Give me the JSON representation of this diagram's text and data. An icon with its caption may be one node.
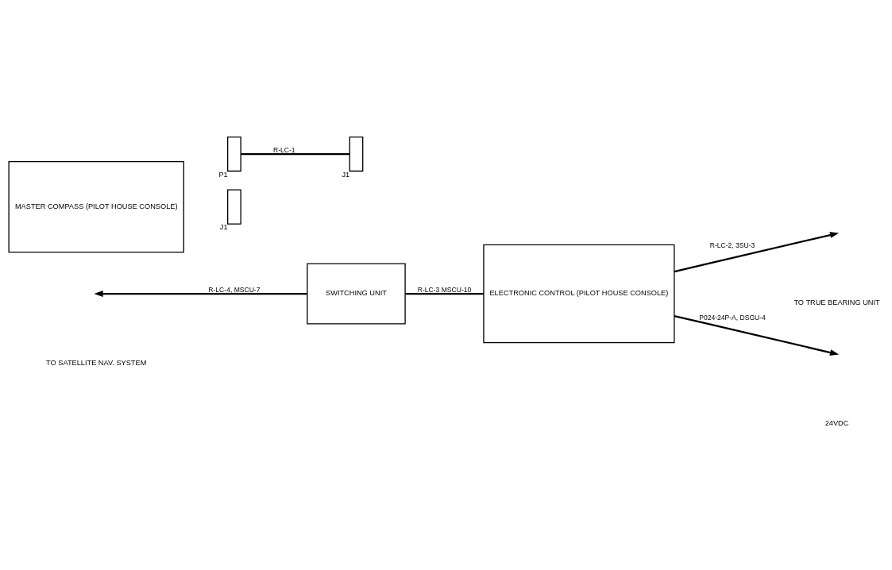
{
  "diagram": {
    "nodes": [
      {
        "text": [
          "SWITCHING UNIT"
        ]
      },
      {
        "text": [
          "MASTER COMPASS (PILOT HOUSE CONSOLE)"
        ]
      },
      {
        "text": [
          "J1"
        ]
      },
      {
        "text": [
          "P1"
        ]
      },
      {
        "text": [
          "J1"
        ]
      },
      {
        "text": [
          "ELECTRONIC CONTROL (PILOT HOUSE CONSOLE)"
        ]
      }
    ],
    "edges": [
      {
        "from": 0,
        "to": null,
        "arrow": "to",
        "label": "R-LC-4, MSCU-7"
      },
      {
        "from": 0,
        "to": 5,
        "arrow": "none",
        "label": "R-LC-3 MSCU-10"
      },
      {
        "from": 3,
        "to": 4,
        "arrow": "none",
        "label": "R-LC-1"
      },
      {
        "from": 5,
        "to": null,
        "arrow": "to",
        "label": "R-LC-2, 3SU-3"
      },
      {
        "from": 5,
        "to": null,
        "arrow": "to",
        "label": "P024-24P-A, DSGU-4"
      }
    ],
    "labels": [
      "TO SATELLITE NAV. SYSTEM",
      "TO TRUE BEARING UNIT",
      "24VDC"
    ]
  }
}
